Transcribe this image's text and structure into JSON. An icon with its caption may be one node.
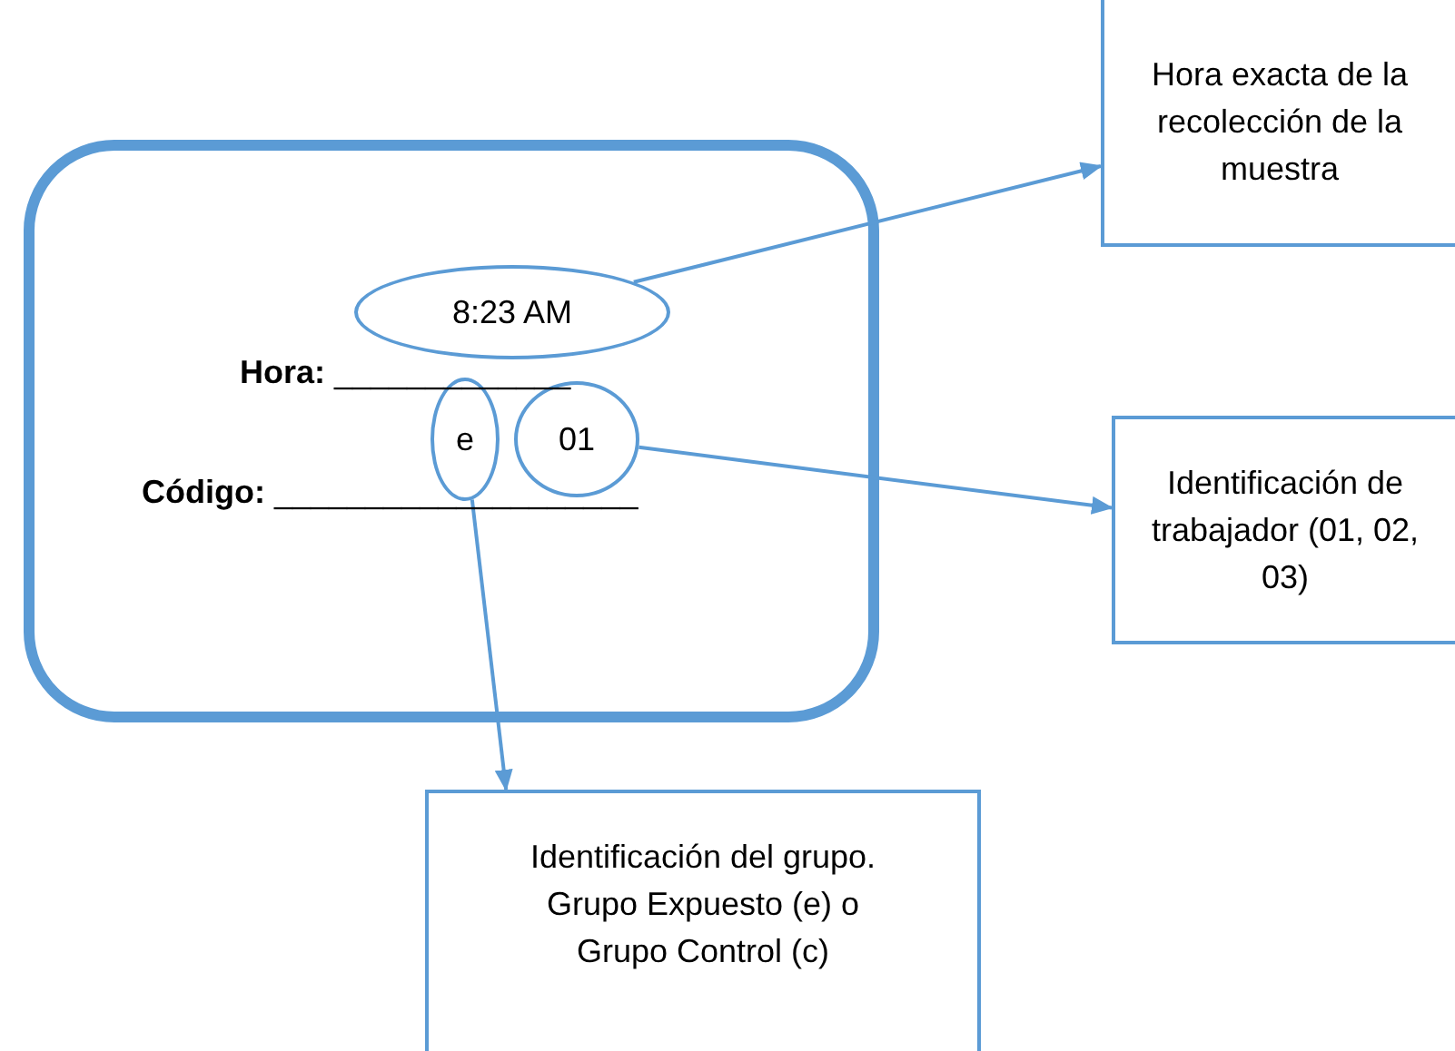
{
  "diagram": {
    "nodes": [
      {
        "text": [
          "**Hora:** _____________",
          "**Código:** ____________________"
        ]
      },
      {
        "text": [
          "8:23 AM"
        ],
        "in": 0
      },
      {
        "text": [
          "e"
        ],
        "in": 0
      },
      {
        "text": [
          "01"
        ],
        "in": 0
      },
      {
        "text": [
          "Hora exacta de la recolección de la muestra"
        ]
      },
      {
        "text": [
          "Identificación de trabajador (01, 02, 03)"
        ]
      },
      {
        "text": [
          "Identificación del grupo. Grupo Expuesto (e) o Grupo Control (c)"
        ]
      }
    ],
    "edges": [
      {
        "from": 1,
        "to": 4,
        "arrow": "to"
      },
      {
        "from": 3,
        "to": 5,
        "arrow": "to"
      },
      {
        "from": 2,
        "to": 6,
        "arrow": "to"
      }
    ]
  }
}
